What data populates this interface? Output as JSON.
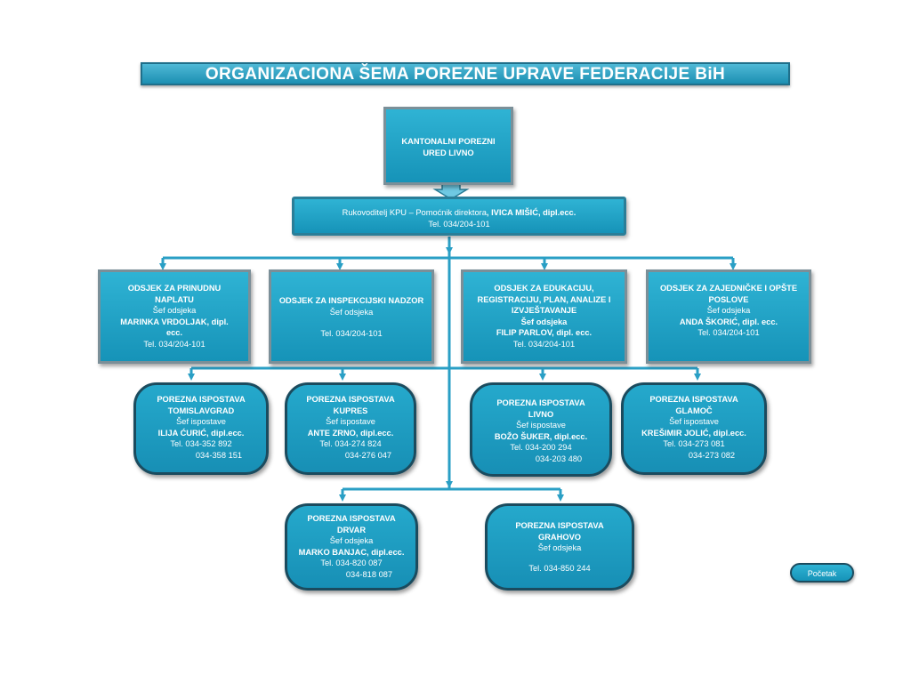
{
  "title": "ORGANIZACIONA  ŠEMA  POREZNE  UPRAVE  FEDERACIJE  BiH",
  "top_box": {
    "line1": "KANTONALNI POREZNI",
    "line2": "URED LIVNO"
  },
  "sub_box": {
    "line1_plain": "Rukovoditelj KPU – Pomoćnik direktora",
    "line1_bold": ", IVICA MIŠIĆ, dipl.ecc.",
    "line2": "Tel. 034/204-101"
  },
  "departments": [
    {
      "name1": "ODSJEK ZA PRINUDNU",
      "name2": "NAPLATU",
      "role": "Šef odsjeka",
      "person1": "MARINKA VRDOLJAK, dipl.",
      "person2": "ecc.",
      "tel": "Tel.  034/204-101"
    },
    {
      "name1": "ODSJEK ZA INSPEKCIJSKI NADZOR",
      "role": "Šef odsjeka",
      "tel": "Tel. 034/204-101"
    },
    {
      "name1": "ODSJEK ZA EDUKACIJU,",
      "name2": "REGISTRACIJU, PLAN, ANALIZE I",
      "name3": "IZVJEŠTAVANJE",
      "role": "Šef odsjeka",
      "person1": "FILIP PARLOV, dipl. ecc.",
      "tel": "Tel. 034/204-101"
    },
    {
      "name1": "ODSJEK ZA ZAJEDNIČKE I OPŠTE",
      "name2": "POSLOVE",
      "role": "Šef odsjeka",
      "person1": "ANDA ŠKORIĆ, dipl. ecc.",
      "tel": "Tel. 034/204-101"
    }
  ],
  "offices": [
    {
      "name1": "POREZNA ISPOSTAVA",
      "name2": "TOMISLAVGRAD",
      "role": "Šef ispostave",
      "person": "ILIJA ĆURIĆ, dipl.ecc.",
      "tel1": "Tel. 034-352 892",
      "tel2": "034-358 151"
    },
    {
      "name1": "POREZNA ISPOSTAVA",
      "name2": "KUPRES",
      "role": "Šef ispostave",
      "person": "ANTE ZRNO, dipl.ecc.",
      "tel1": "Tel. 034-274 824",
      "tel2": "034-276 047"
    },
    {
      "name1": "POREZNA ISPOSTAVA",
      "name2": "LIVNO",
      "role": "Šef ispostave",
      "person": "BOŽO ŠUKER, dipl.ecc.",
      "tel1": "Tel. 034-200 294",
      "tel2": "034-203 480"
    },
    {
      "name1": "POREZNA ISPOSTAVA",
      "name2": "GLAMOČ",
      "role": "Šef ispostave",
      "person": "KREŠIMIR JOLIĆ, dipl.ecc.",
      "tel1": "Tel. 034-273 081",
      "tel2": "034-273 082"
    },
    {
      "name1": "POREZNA ISPOSTAVA",
      "name2": "DRVAR",
      "role": "Šef odsjeka",
      "person": "MARKO BANJAC, dipl.ecc.",
      "tel1": "Tel. 034-820 087",
      "tel2": "034-818 087"
    },
    {
      "name1": "POREZNA ISPOSTAVA",
      "name2": "GRAHOVO",
      "role": "Šef odsjeka",
      "tel1": "Tel. 034-850 244"
    }
  ],
  "start_button": "Početak",
  "colors": {
    "box": "#1a9cc1",
    "line": "#2a9fc5",
    "frame": "#7b8f98"
  }
}
